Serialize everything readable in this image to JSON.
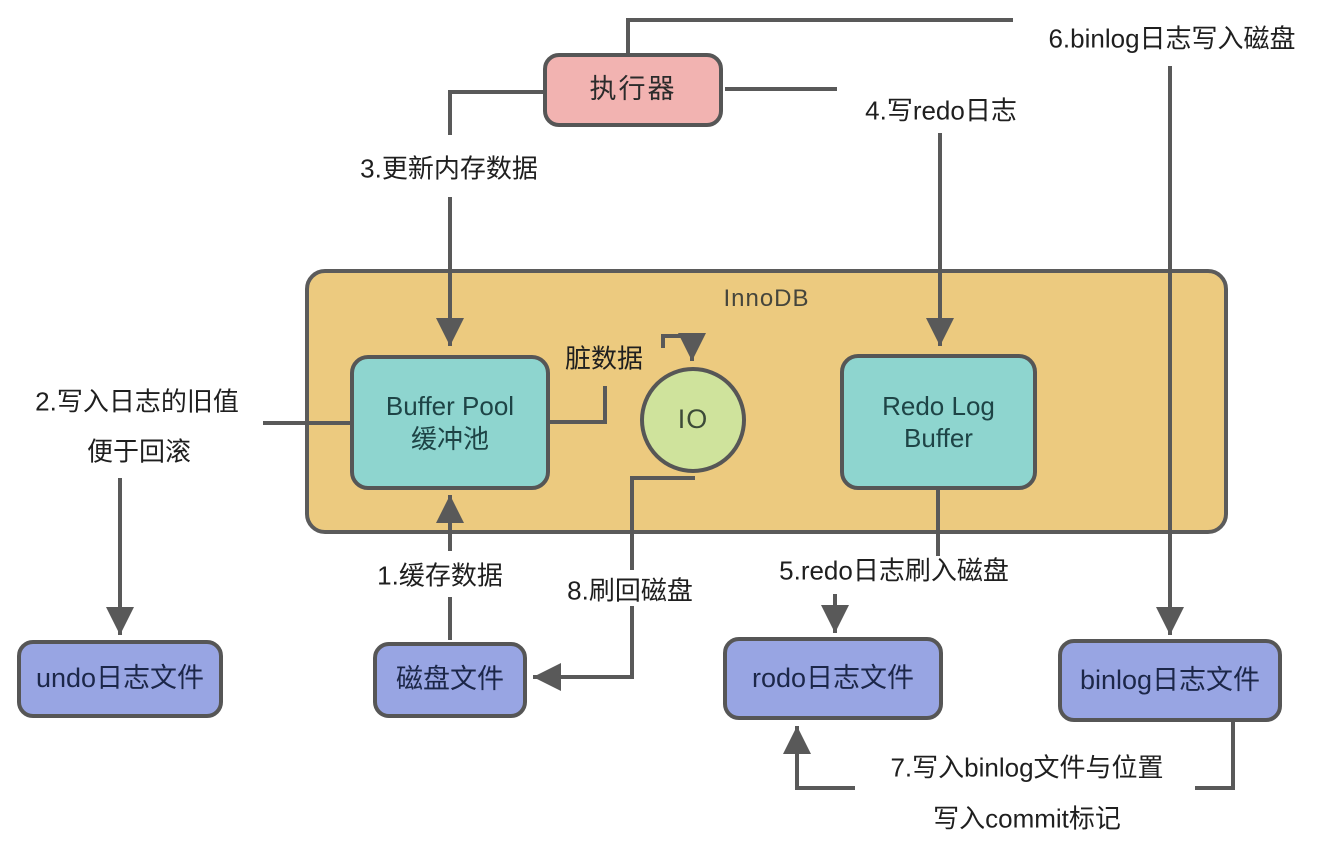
{
  "diagram": {
    "title_hint": "MySQL InnoDB update flow",
    "nodes": {
      "executor": {
        "label": "执行器"
      },
      "innodb_container": {
        "label": "InnoDB"
      },
      "buffer_pool": {
        "label_line1": "Buffer Pool",
        "label_line2": "缓冲池"
      },
      "io": {
        "label": "IO"
      },
      "redo_log_buffer": {
        "label_line1": "Redo Log",
        "label_line2": "Buffer"
      },
      "undo_log_file": {
        "label": "undo日志文件"
      },
      "disk_file": {
        "label": "磁盘文件"
      },
      "redo_log_file": {
        "label": "rodo日志文件"
      },
      "binlog_file": {
        "label": "binlog日志文件"
      }
    },
    "annotations": {
      "step1": "1.缓存数据",
      "step2_line1": "2.写入日志的旧值",
      "step2_line2": "便于回滚",
      "step3": "3.更新内存数据",
      "step4": "4.写redo日志",
      "step5": "5.redo日志刷入磁盘",
      "step6": "6.binlog日志写入磁盘",
      "step7_line1": "7.写入binlog文件与位置",
      "step7_line2": "写入commit标记",
      "step8": "8.刷回磁盘",
      "dirty_data": "脏数据"
    },
    "colors": {
      "innodb_fill": "#ecca7f",
      "executor_fill": "#f2b3b1",
      "memory_fill": "#8ed5cf",
      "io_fill": "#cfe39c",
      "file_fill": "#98a5e3",
      "line": "#595959",
      "border": "#565656"
    }
  }
}
